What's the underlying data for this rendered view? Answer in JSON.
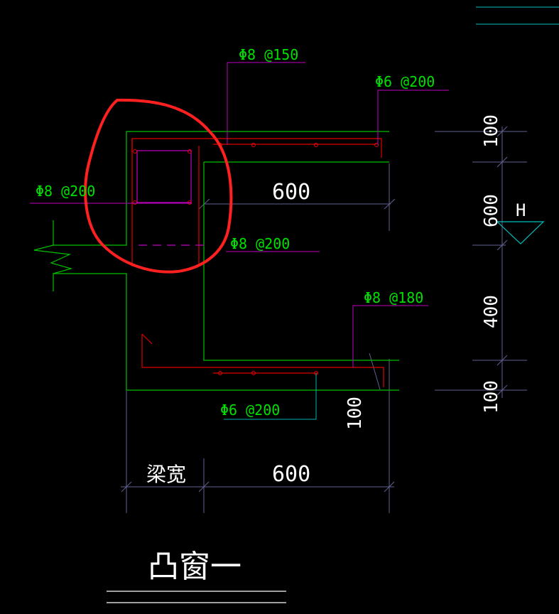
{
  "colors": {
    "background": "#000000",
    "concrete": "#00c000",
    "rebar": "#e00000",
    "leader_magenta": "#c000c0",
    "leader_cyan": "#00b0b0",
    "dimension": "#606090",
    "text_white": "#ffffff",
    "text_green": "#00e000",
    "highlight": "#ff2020",
    "frame_cyan": "#00c0c0"
  },
  "rebar_labels": {
    "top_slab": "Φ8 @150",
    "top_right": "Φ6 @200",
    "beam_left": "Φ8 @200",
    "middle": "Φ8 @200",
    "bottom_right": "Φ8 @180",
    "bottom_slab": "Φ6 @200"
  },
  "dimensions": {
    "top_width": "600",
    "bottom_width": "600",
    "beam_width": "梁宽",
    "bottom_thickness": "100",
    "vert_top": "100",
    "vert_mid1": "600",
    "vert_mid2": "400",
    "vert_bottom": "100"
  },
  "elevation_mark": "H",
  "drawing_title": "凸窗一"
}
